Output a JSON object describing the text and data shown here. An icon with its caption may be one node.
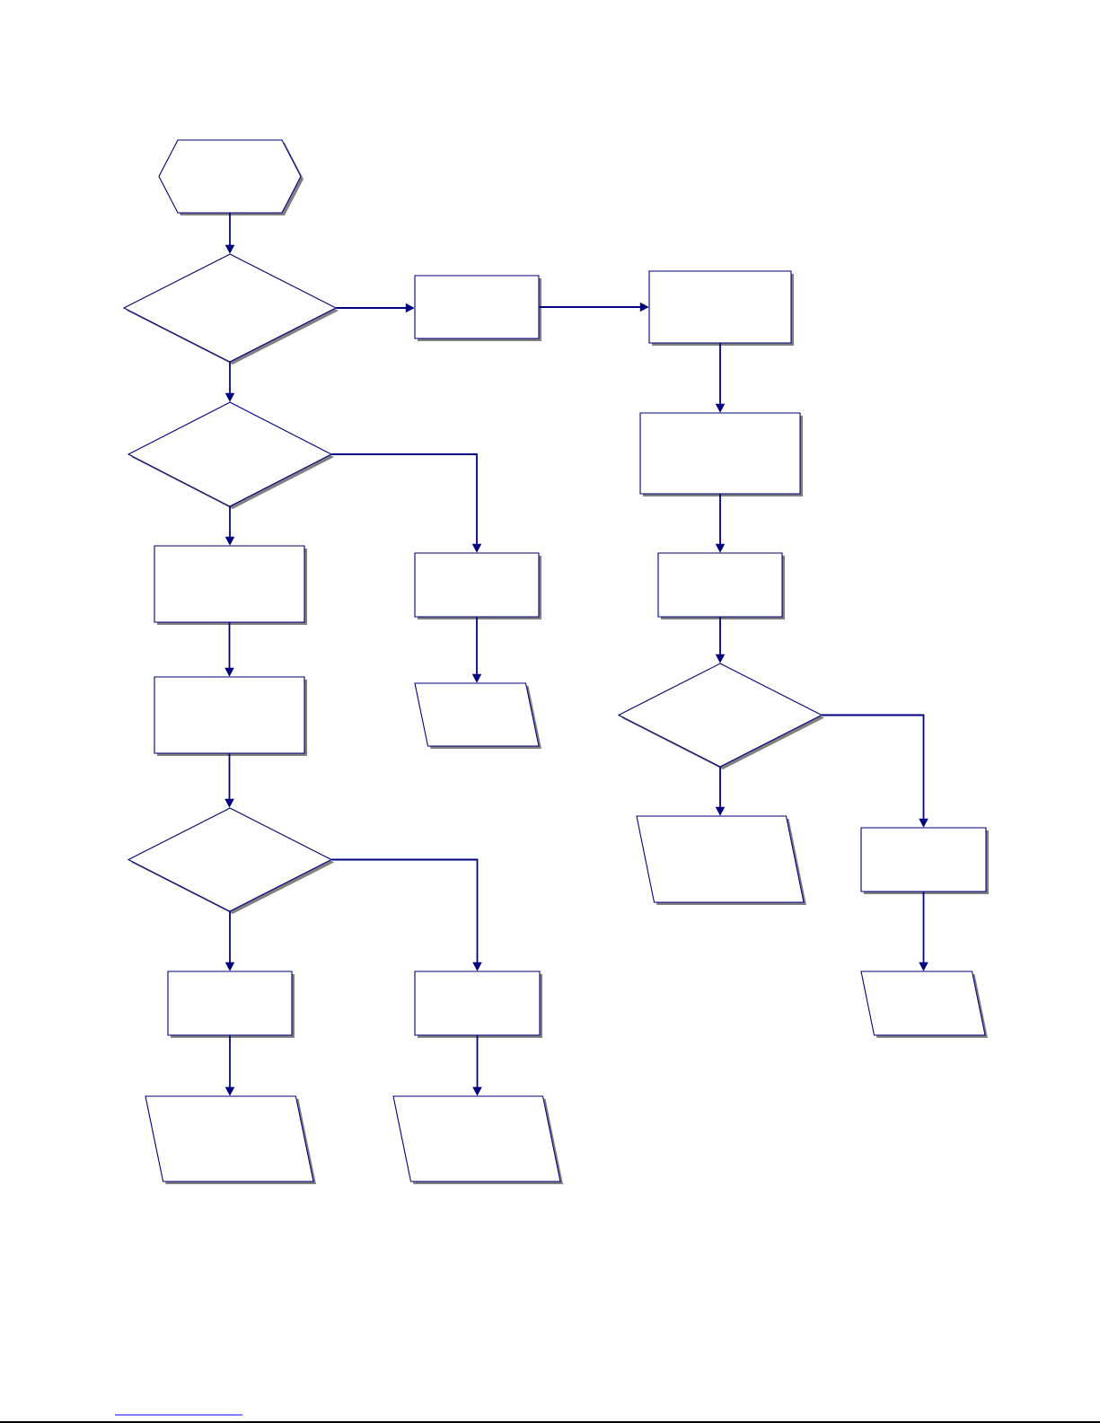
{
  "diagram": {
    "nodes": [
      {
        "text": [],
        "shape": "hexagon"
      },
      {
        "text": [],
        "shape": "diamond"
      },
      {
        "text": [],
        "shape": "box"
      },
      {
        "text": [],
        "shape": "box"
      },
      {
        "text": [],
        "shape": "diamond"
      },
      {
        "text": [],
        "shape": "box"
      },
      {
        "text": [],
        "shape": "box"
      },
      {
        "text": [],
        "shape": "box"
      },
      {
        "text": [],
        "shape": "box"
      },
      {
        "text": [],
        "shape": "diamond"
      },
      {
        "text": [],
        "shape": "box"
      },
      {
        "text": [],
        "shape": "parallelogram"
      },
      {
        "text": [],
        "shape": "diamond"
      },
      {
        "text": [],
        "shape": "parallelogram"
      },
      {
        "text": [],
        "shape": "box"
      },
      {
        "text": [],
        "shape": "box"
      },
      {
        "text": [],
        "shape": "box"
      },
      {
        "text": [],
        "shape": "parallelogram"
      },
      {
        "text": [],
        "shape": "parallelogram"
      },
      {
        "text": [],
        "shape": "parallelogram"
      }
    ],
    "edges": [
      {
        "from": 0,
        "to": 1,
        "arrow": "to"
      },
      {
        "from": 1,
        "to": 2,
        "arrow": "to"
      },
      {
        "from": 2,
        "to": 3,
        "arrow": "to"
      },
      {
        "from": 1,
        "to": 4,
        "arrow": "to"
      },
      {
        "from": 4,
        "to": 6,
        "arrow": "to"
      },
      {
        "from": 4,
        "to": 7,
        "arrow": "to"
      },
      {
        "from": 3,
        "to": 5,
        "arrow": "to"
      },
      {
        "from": 5,
        "to": 8,
        "arrow": "to"
      },
      {
        "from": 6,
        "to": 10,
        "arrow": "to"
      },
      {
        "from": 7,
        "to": 11,
        "arrow": "to"
      },
      {
        "from": 8,
        "to": 9,
        "arrow": "to"
      },
      {
        "from": 10,
        "to": 12,
        "arrow": "to"
      },
      {
        "from": 9,
        "to": 13,
        "arrow": "to"
      },
      {
        "from": 9,
        "to": 14,
        "arrow": "to"
      },
      {
        "from": 12,
        "to": 15,
        "arrow": "to"
      },
      {
        "from": 12,
        "to": 16,
        "arrow": "to"
      },
      {
        "from": 14,
        "to": 17,
        "arrow": "to"
      },
      {
        "from": 15,
        "to": 18,
        "arrow": "to"
      },
      {
        "from": 16,
        "to": 19,
        "arrow": "to"
      }
    ]
  }
}
